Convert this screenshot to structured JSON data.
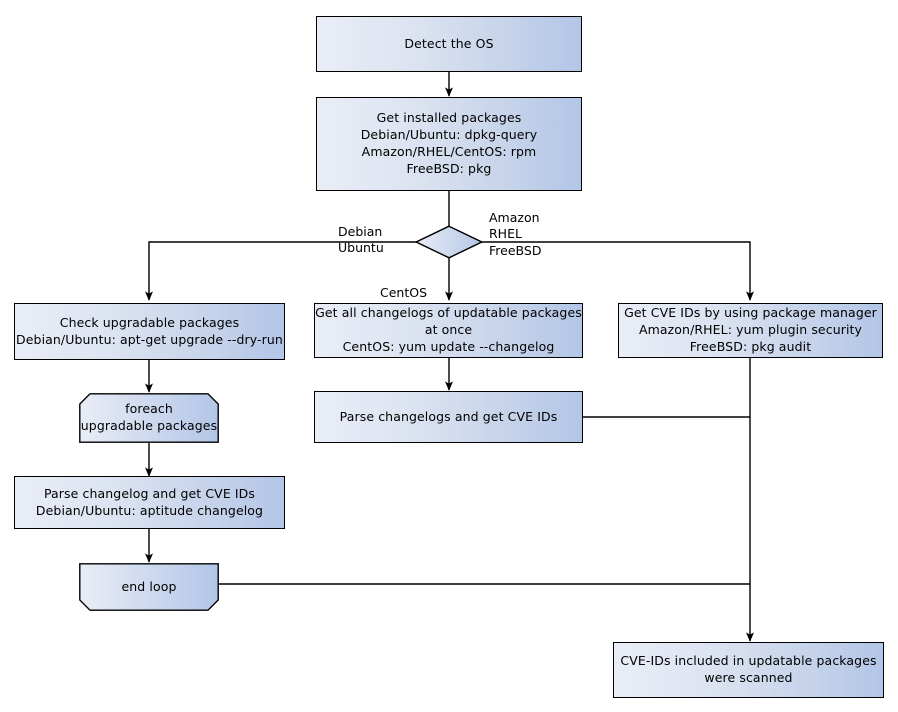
{
  "diagram": {
    "title": "OS package CVE scanning flowchart",
    "colors": {
      "node_fill_light": "#e9edf6",
      "node_fill_dark": "#b3c6e7",
      "stroke": "#000000",
      "background": "#ffffff"
    },
    "nodes": [
      {
        "id": "detect-os",
        "kind": "process",
        "label": "Detect the OS"
      },
      {
        "id": "get-installed-packages",
        "kind": "process",
        "label": "Get installed packages\nDebian/Ubuntu: dpkg-query\nAmazon/RHEL/CentOS: rpm\nFreeBSD: pkg"
      },
      {
        "id": "os-decision",
        "kind": "decision",
        "label": ""
      },
      {
        "id": "check-upgradable-packages",
        "kind": "process",
        "label": "Check upgradable packages\nDebian/Ubuntu: apt-get upgrade --dry-run"
      },
      {
        "id": "get-all-changelogs",
        "kind": "process",
        "label": "Get all changelogs of updatable packages at once\nCentOS: yum update --changelog"
      },
      {
        "id": "get-cve-ids-package-manager",
        "kind": "process",
        "label": "Get CVE IDs by using package manager\nAmazon/RHEL: yum plugin security\nFreeBSD: pkg audit"
      },
      {
        "id": "foreach-upgradable-packages",
        "kind": "loop-start",
        "label": "foreach\nupgradable  packages"
      },
      {
        "id": "parse-changelogs-cve-ids",
        "kind": "process",
        "label": "Parse changelogs and get CVE IDs"
      },
      {
        "id": "parse-changelog-cve-ids",
        "kind": "process",
        "label": "Parse changelog and get  CVE IDs\nDebian/Ubuntu: aptitude changelog"
      },
      {
        "id": "end-loop",
        "kind": "loop-end",
        "label": "end loop"
      },
      {
        "id": "scan-complete",
        "kind": "process",
        "label": "CVE-IDs included in updatable packages\nwere scanned"
      }
    ],
    "edge_labels": [
      {
        "id": "branch-debian-ubuntu",
        "text": "Debian\nUbuntu"
      },
      {
        "id": "branch-amazon-rhel-freebsd",
        "text": "Amazon\nRHEL\nFreeBSD"
      },
      {
        "id": "branch-centos",
        "text": "CentOS"
      }
    ]
  }
}
